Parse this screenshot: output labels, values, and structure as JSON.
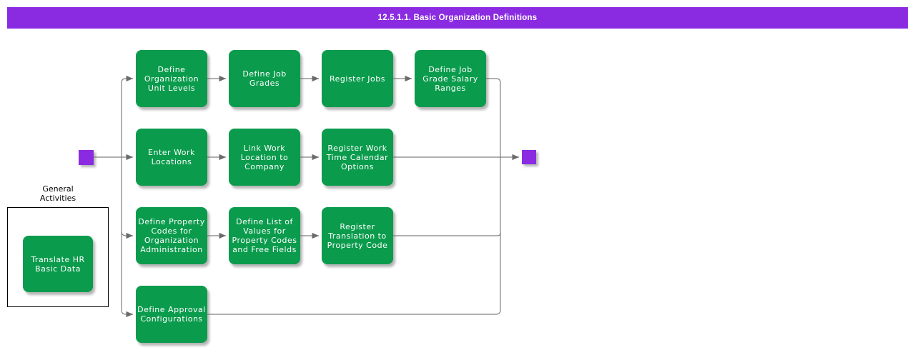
{
  "title": "12.5.1.1. Basic Organization Definitions",
  "colors": {
    "title_bar_bg": "#8a2be2",
    "activity_green": "#0a9b4c",
    "node_purple": "#8a2be2",
    "connector_gray": "#808080"
  },
  "general_activities": {
    "heading": "General\nActivities",
    "activity": "Translate HR\nBasic Data"
  },
  "flow": {
    "rows": [
      {
        "activities": [
          "Define\nOrganization\nUnit Levels",
          "Define Job\nGrades",
          "Register Jobs",
          "Define Job\nGrade Salary\nRanges"
        ]
      },
      {
        "activities": [
          "Enter Work\nLocations",
          "Link Work\nLocation to\nCompany",
          "Register Work\nTime Calendar\nOptions"
        ]
      },
      {
        "activities": [
          "Define Property\nCodes for\nOrganization\nAdministration",
          "Define List of\nValues for\nProperty Codes\nand Free Fields",
          "Register\nTranslation to\nProperty Code"
        ]
      },
      {
        "activities": [
          "Define Approval\nConfigurations"
        ]
      }
    ]
  }
}
